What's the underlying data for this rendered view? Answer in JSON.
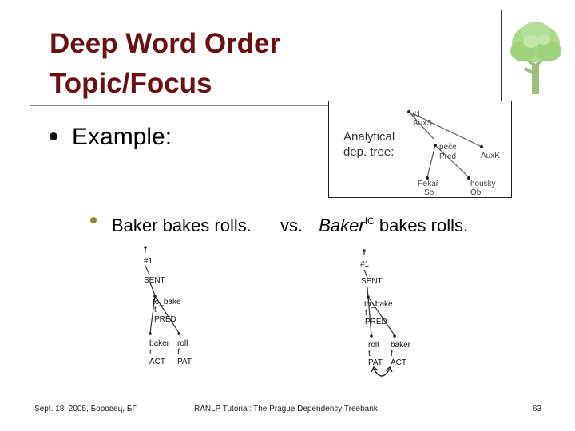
{
  "title": {
    "line1": "Deep Word Order",
    "line2": "Topic/Focus"
  },
  "bullet_level1": {
    "text": "Example:"
  },
  "bullet_level2": {
    "sentence1": "Baker bakes rolls.",
    "vs": "vs.",
    "sentence2_word": "Baker",
    "sentence2_sup": "IC",
    "sentence2_rest": "bakes rolls."
  },
  "analytical_box": {
    "label_line1": "Analytical",
    "label_line2": "dep. tree:",
    "nodes": {
      "root_form": "#1",
      "root_afun": "AuxS",
      "verb_form": "peče",
      "verb_afun": "Pred",
      "punct_form": ".",
      "punct_afun": "AuxK",
      "subj_form": "Pekař",
      "subj_afun": "Sb",
      "obj_form": "housky",
      "obj_afun": "Obj"
    }
  },
  "tree_left": {
    "root_label": "#1",
    "root_type": "SENT",
    "verb_label": "to_bake",
    "verb_tfa": "t",
    "verb_functor": "PRED",
    "left_child": {
      "label": "baker",
      "tfa": "t",
      "functor": "ACT"
    },
    "right_child": {
      "label": "roll",
      "tfa": "f",
      "functor": "PAT"
    }
  },
  "tree_right": {
    "root_label": "#1",
    "root_type": "SENT",
    "verb_label": "to_bake",
    "verb_tfa": "t",
    "verb_functor": "PRED",
    "left_child": {
      "label": "roll",
      "tfa": "t",
      "functor": "PAT"
    },
    "right_child": {
      "label": "baker",
      "tfa": "f",
      "functor": "ACT"
    }
  },
  "footer": {
    "left": "Sept. 18, 2005, Боровец, БГ",
    "center": "RANLP Tutorial: The Prague Dependency Treebank",
    "page": "63"
  },
  "colors": {
    "title": "#6b1010",
    "tree_logo": "#8fcf6a",
    "bullet2": "#8a8a2a"
  }
}
